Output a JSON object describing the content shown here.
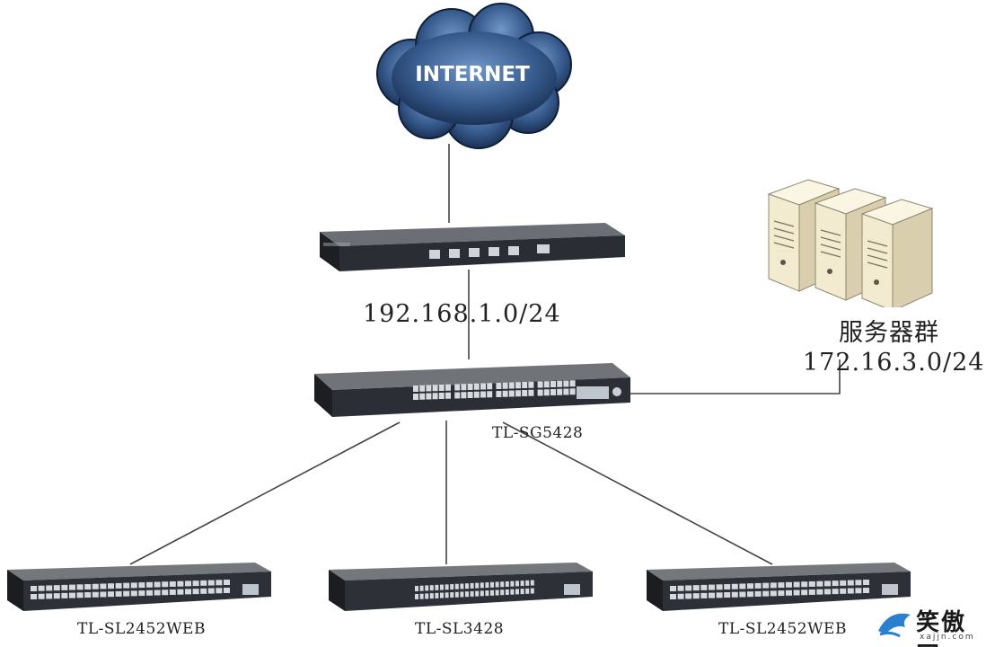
{
  "cloud": {
    "label": "INTERNET",
    "icon": "cloud-icon"
  },
  "router": {
    "icon": "router-icon"
  },
  "core_subnet": "192.168.1.0/24",
  "core_switch": {
    "model": "TL-SG5428",
    "icon": "switch-icon"
  },
  "server_group": {
    "title": "服务器群",
    "subnet": "172.16.3.0/24",
    "icon": "server-tower-icon"
  },
  "access_switches": [
    {
      "model": "TL-SL2452WEB"
    },
    {
      "model": "TL-SL3428"
    },
    {
      "model": "TL-SL2452WEB"
    }
  ],
  "watermark": {
    "text": "笑傲网",
    "sub": "xajjn.com"
  },
  "colors": {
    "cloud_dark": "#1f3a63",
    "cloud_light": "#5e86b8",
    "device_body": "#2b2f36",
    "server_body": "#f2ead2",
    "link": "#444444"
  }
}
